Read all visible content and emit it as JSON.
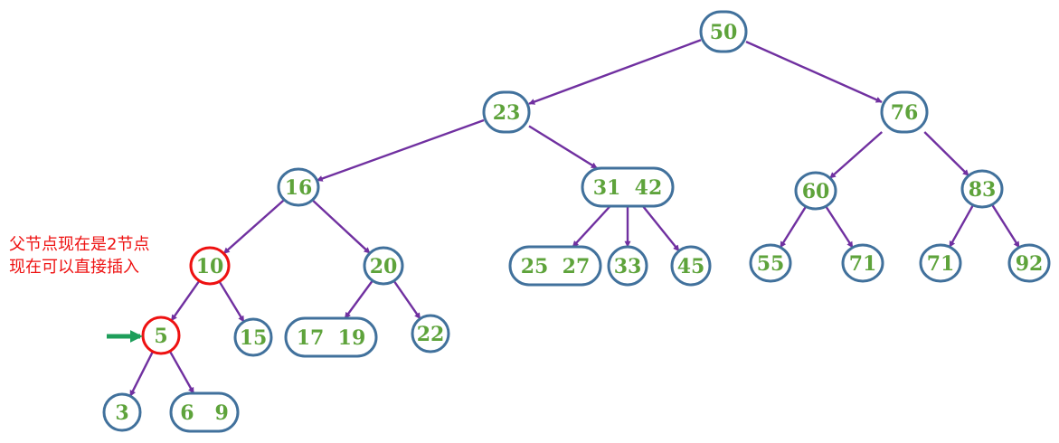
{
  "colors": {
    "node_border": "#41719c",
    "node_text": "#5ea33b",
    "edge": "#7030a0",
    "highlight": "#ee1111",
    "pointer_arrow": "#1e9e5a"
  },
  "annotation": {
    "line1": "父节点现在是2节点",
    "line2": "现在可以直接插入"
  },
  "tree": {
    "nodes": [
      {
        "id": "n50",
        "label": "50"
      },
      {
        "id": "n23",
        "label": "23"
      },
      {
        "id": "n76",
        "label": "76"
      },
      {
        "id": "n16",
        "label": "16"
      },
      {
        "id": "n3142",
        "label": "31  42"
      },
      {
        "id": "n60",
        "label": "60"
      },
      {
        "id": "n83",
        "label": "83"
      },
      {
        "id": "n10",
        "label": "10",
        "highlight": true
      },
      {
        "id": "n20",
        "label": "20"
      },
      {
        "id": "n2527",
        "label": "25  27"
      },
      {
        "id": "n33",
        "label": "33"
      },
      {
        "id": "n45",
        "label": "45"
      },
      {
        "id": "n55",
        "label": "55"
      },
      {
        "id": "n71a",
        "label": "71"
      },
      {
        "id": "n71b",
        "label": "71"
      },
      {
        "id": "n92",
        "label": "92"
      },
      {
        "id": "n5",
        "label": "5",
        "highlight": true
      },
      {
        "id": "n15",
        "label": "15"
      },
      {
        "id": "n1719",
        "label": "17  19"
      },
      {
        "id": "n22",
        "label": "22"
      },
      {
        "id": "n3",
        "label": "3"
      },
      {
        "id": "n69",
        "label": "6   9"
      }
    ],
    "edges": [
      [
        "n50",
        "n23"
      ],
      [
        "n50",
        "n76"
      ],
      [
        "n23",
        "n16"
      ],
      [
        "n23",
        "n3142"
      ],
      [
        "n76",
        "n60"
      ],
      [
        "n76",
        "n83"
      ],
      [
        "n16",
        "n10"
      ],
      [
        "n16",
        "n20"
      ],
      [
        "n3142",
        "n2527"
      ],
      [
        "n3142",
        "n33"
      ],
      [
        "n3142",
        "n45"
      ],
      [
        "n60",
        "n55"
      ],
      [
        "n60",
        "n71a"
      ],
      [
        "n83",
        "n71b"
      ],
      [
        "n83",
        "n92"
      ],
      [
        "n10",
        "n5"
      ],
      [
        "n10",
        "n15"
      ],
      [
        "n20",
        "n1719"
      ],
      [
        "n20",
        "n22"
      ],
      [
        "n5",
        "n3"
      ],
      [
        "n5",
        "n69"
      ]
    ],
    "pointer_target": "n5"
  }
}
